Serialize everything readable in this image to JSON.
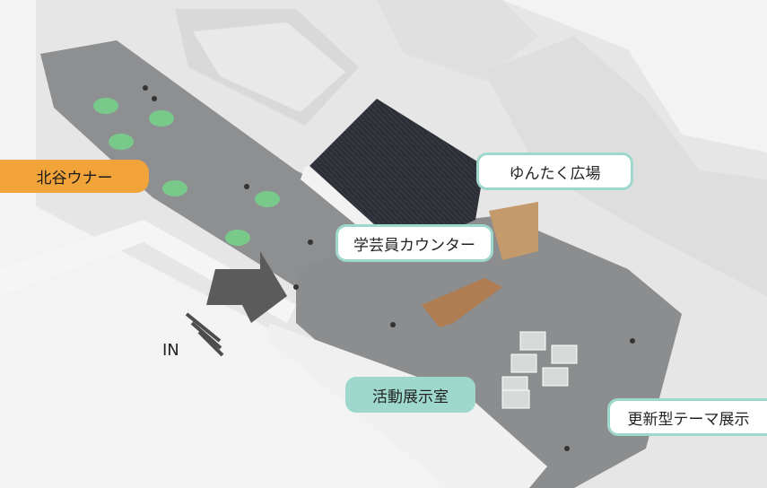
{
  "labels": {
    "kitatan_corner": "北谷ウナー",
    "yuntaku_plaza": "ゆんたく広場",
    "curator_counter": "学芸員カウンター",
    "activity_exhibition_room": "活動展示室",
    "rotating_theme_exhibition": "更新型テーマ展示",
    "entrance": "IN"
  },
  "colors": {
    "accent_orange": "#f2a43a",
    "callout_teal": "#9ed8cc",
    "floor_gray": "#8d8f91",
    "wall_white": "#eeeeee",
    "dark_room": "#2d2f36",
    "plant_green": "#79c98b",
    "wood": "#b07d52"
  }
}
